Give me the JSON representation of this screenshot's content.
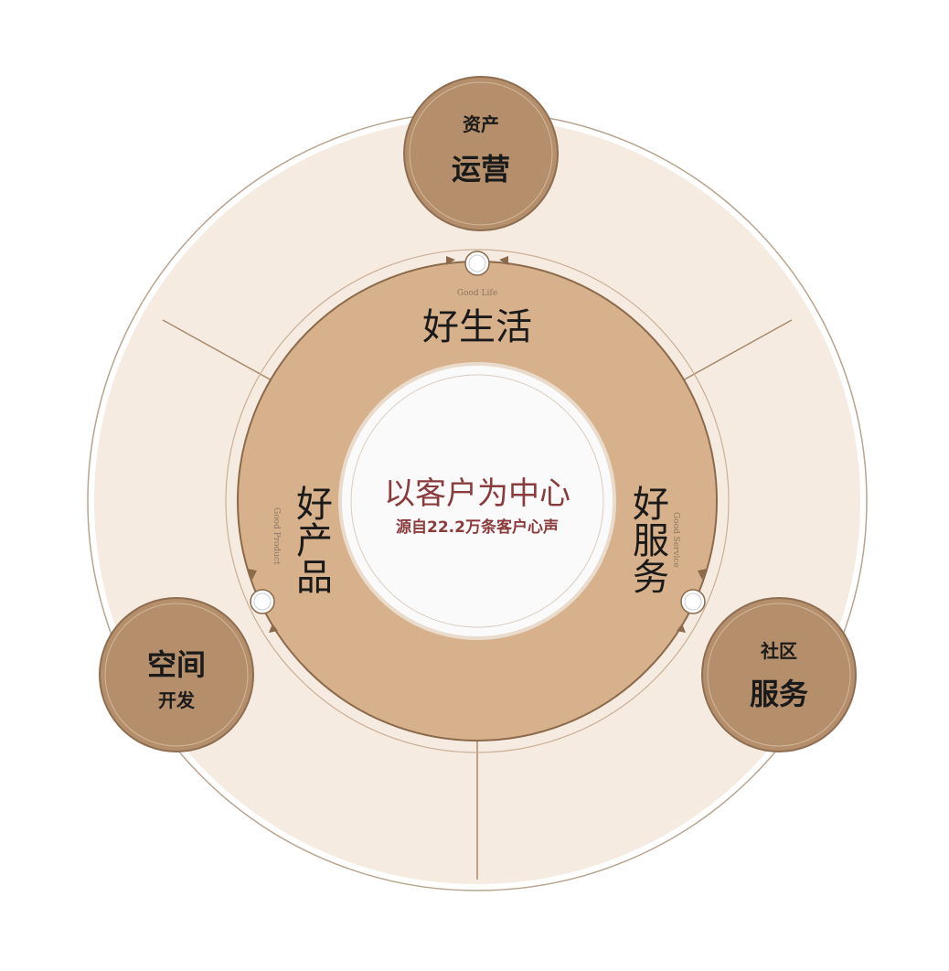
{
  "center": {
    "title": "以客户为中心",
    "subtitle": "源自22.2万条客户心声"
  },
  "ring": {
    "top": {
      "label": "好生活",
      "english": "Good Life"
    },
    "left": {
      "label": "好产品",
      "english": "Good Product"
    },
    "right": {
      "label": "好服务",
      "english": "Good Service"
    }
  },
  "nodes": {
    "top": {
      "line1": "资产",
      "line2": "运营"
    },
    "left": {
      "line1": "空间",
      "line2": "开发"
    },
    "right": {
      "line1": "社区",
      "line2": "服务"
    }
  },
  "colors": {
    "background": "#f6ebe0",
    "ring": "#d7b18b",
    "node": "#b58f6b",
    "center_text": "#8a3b3b"
  }
}
